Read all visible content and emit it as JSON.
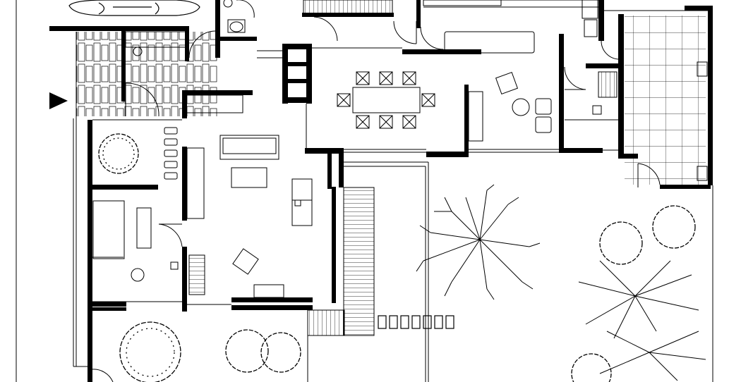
{
  "colors": {
    "ink": "#000000",
    "paper": "#ffffff"
  },
  "drawing": {
    "type": "architectural-floor-plan",
    "symbols": [
      "entrance-arrow",
      "car",
      "tree",
      "stair",
      "door-swing",
      "furniture",
      "tile-grid"
    ]
  }
}
